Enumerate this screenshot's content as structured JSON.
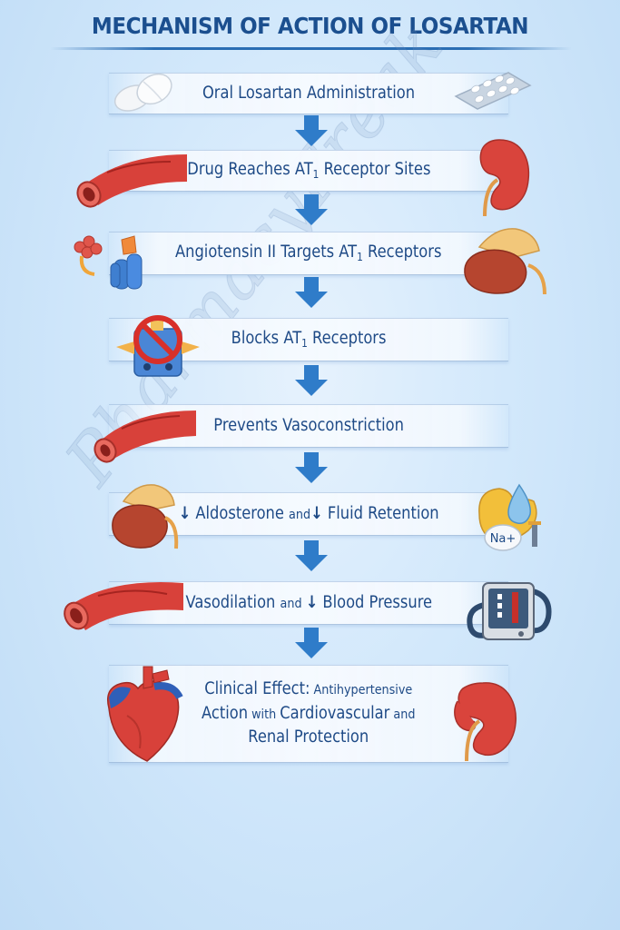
{
  "title": "MECHANISM OF ACTION OF LOSARTAN",
  "watermark": "PharmacyFreak",
  "colors": {
    "title": "#1b4f8f",
    "text": "#1e4a86",
    "arrow": "#2f7cc9",
    "background": "#d2e8fb",
    "vessel_red": "#d8413a",
    "kidney_red": "#d9443c"
  },
  "steps": [
    {
      "text": "Oral Losartan Administration",
      "left_icon": "tablets-icon",
      "right_icon": "blister-pack-icon"
    },
    {
      "pre": "Drug Reaches AT",
      "sub": "1",
      "post": " Receptor Sites",
      "left_icon": "blood-vessel-icon",
      "right_icon": "kidney-icon"
    },
    {
      "pre": "Angiotensin II Targets AT",
      "sub": "1",
      "post": " Receptors",
      "left_icon": "angiotensin-receptor-icon",
      "right_icon": "adrenal-kidney-icon"
    },
    {
      "pre": "Blocks AT",
      "sub": "1",
      "post": " Receptors",
      "left_icon": "blocked-receptor-icon"
    },
    {
      "text": "Prevents Vasoconstriction",
      "left_icon": "blood-vessel-icon"
    },
    {
      "arrow1": "↓",
      "part1": " Aldosterone ",
      "and": "and",
      "arrow2": "↓",
      "part2": " Fluid Retention",
      "left_icon": "adrenal-kidney-icon",
      "right_icon": "sodium-water-icon",
      "badge": "Na+"
    },
    {
      "part1": "Vasodilation ",
      "and": "and ",
      "arrow1": "↓",
      "part2": " Blood Pressure",
      "left_icon": "dilated-vessel-icon",
      "right_icon": "blood-pressure-monitor-icon"
    },
    {
      "line1a": "Clinical Effect:",
      "line1b": " Antihypertensive",
      "line2a": "Action",
      "line2b": " with ",
      "line2c": "Cardiovascular",
      "line2d": " and",
      "line3": "Renal Protection",
      "left_icon": "heart-icon",
      "right_icon": "kidney-icon"
    }
  ]
}
